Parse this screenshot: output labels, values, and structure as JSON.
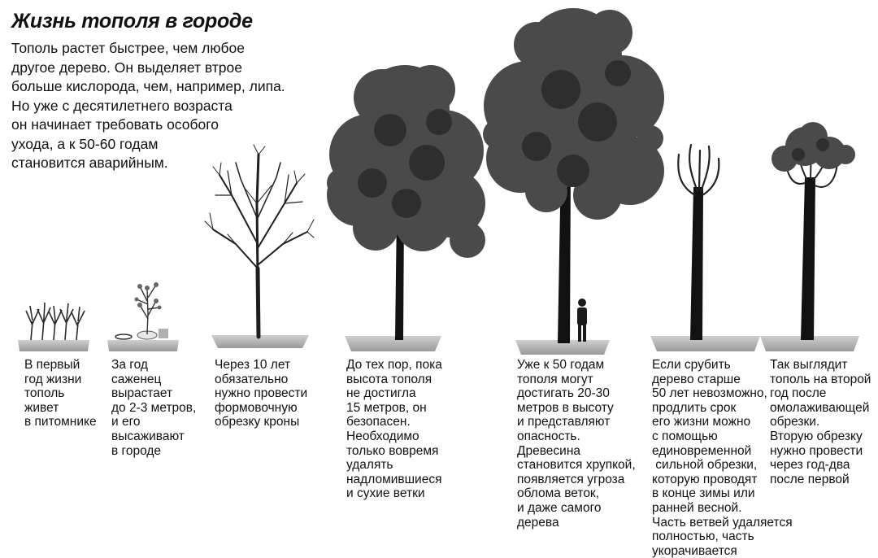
{
  "title": "Жизнь тополя в городе",
  "intro": [
    "Тополь растет быстрее, чем любое",
    "другое дерево. Он выделяет втрое",
    "больше кислорода, чем, например, липа.",
    "Но уже с десятилетнего возраста",
    "он начинает требовать особого",
    "ухода, а к 50-60 годам",
    "становится аварийным."
  ],
  "stages": [
    {
      "lines": [
        "В первый",
        "год жизни",
        "тополь",
        "живет",
        "в питомнике"
      ]
    },
    {
      "lines": [
        "За год",
        "саженец",
        "вырастает",
        "до 2-3 метров,",
        "и его",
        "высаживают",
        "в городе"
      ]
    },
    {
      "lines": [
        "Через 10 лет",
        "обязательно",
        "нужно провести",
        "формовочную",
        "обрезку кроны"
      ]
    },
    {
      "lines": [
        "До тех пор, пока",
        "высота тополя",
        "не достигла",
        "15 метров, он",
        "безопасен.",
        "Необходимо",
        "только вовремя",
        "удалять",
        "надломившиеся",
        "и сухие ветки"
      ]
    },
    {
      "lines": [
        "Уже к 50 годам",
        "тополя могут",
        "достигать 20-30",
        "метров в высоту",
        "и представляют",
        "опасность.",
        "Древесина",
        "становится хрупкой,",
        "появляется угроза",
        "облома веток,",
        "и даже самого",
        "дерева"
      ]
    },
    {
      "lines": [
        "Если срубить",
        "дерево старше",
        "50 лет невозможно,",
        "продлить срок",
        "его жизни можно",
        "с помощью",
        "единовременной",
        " сильной обрезки,",
        "которую проводят",
        "в конце зимы или",
        "ранней весной.",
        "Часть ветвей удаляется",
        "полностью, часть",
        "укорачивается"
      ]
    },
    {
      "lines": [
        "Так выглядит",
        "тополь на второй",
        "год после",
        "омолаживающей",
        "обрезки.",
        "Вторую обрезку",
        "нужно провести",
        "через год-два",
        "после первой"
      ]
    }
  ]
}
